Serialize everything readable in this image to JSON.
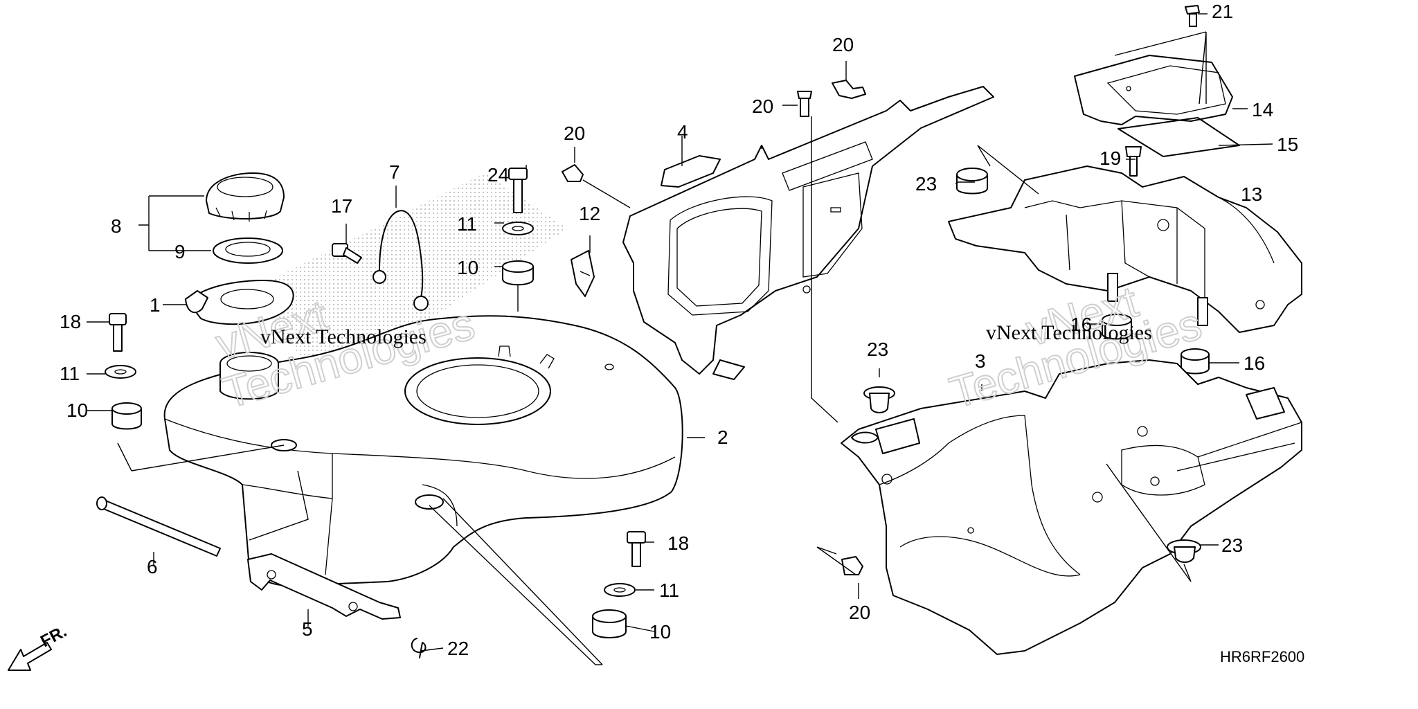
{
  "diagram_code": "HR6RF2600",
  "front_indicator": "FR.",
  "watermark": {
    "text": "vNext Technologies",
    "outline_word_1": "vNext",
    "outline_word_2": "Technologies"
  },
  "callouts": {
    "c1": "1",
    "c2": "2",
    "c3": "3",
    "c4": "4",
    "c5": "5",
    "c6": "6",
    "c7": "7",
    "c8": "8",
    "c9": "9",
    "c10a": "10",
    "c10b": "10",
    "c10c": "10",
    "c11a": "11",
    "c11b": "11",
    "c11c": "11",
    "c12": "12",
    "c13": "13",
    "c14": "14",
    "c15": "15",
    "c16a": "16",
    "c16b": "16",
    "c17": "17",
    "c18a": "18",
    "c18b": "18",
    "c19": "19",
    "c20a": "20",
    "c20b": "20",
    "c20c": "20",
    "c20d": "20",
    "c21": "21",
    "c22": "22",
    "c23a": "23",
    "c23b": "23",
    "c23c": "23",
    "c24": "24"
  }
}
